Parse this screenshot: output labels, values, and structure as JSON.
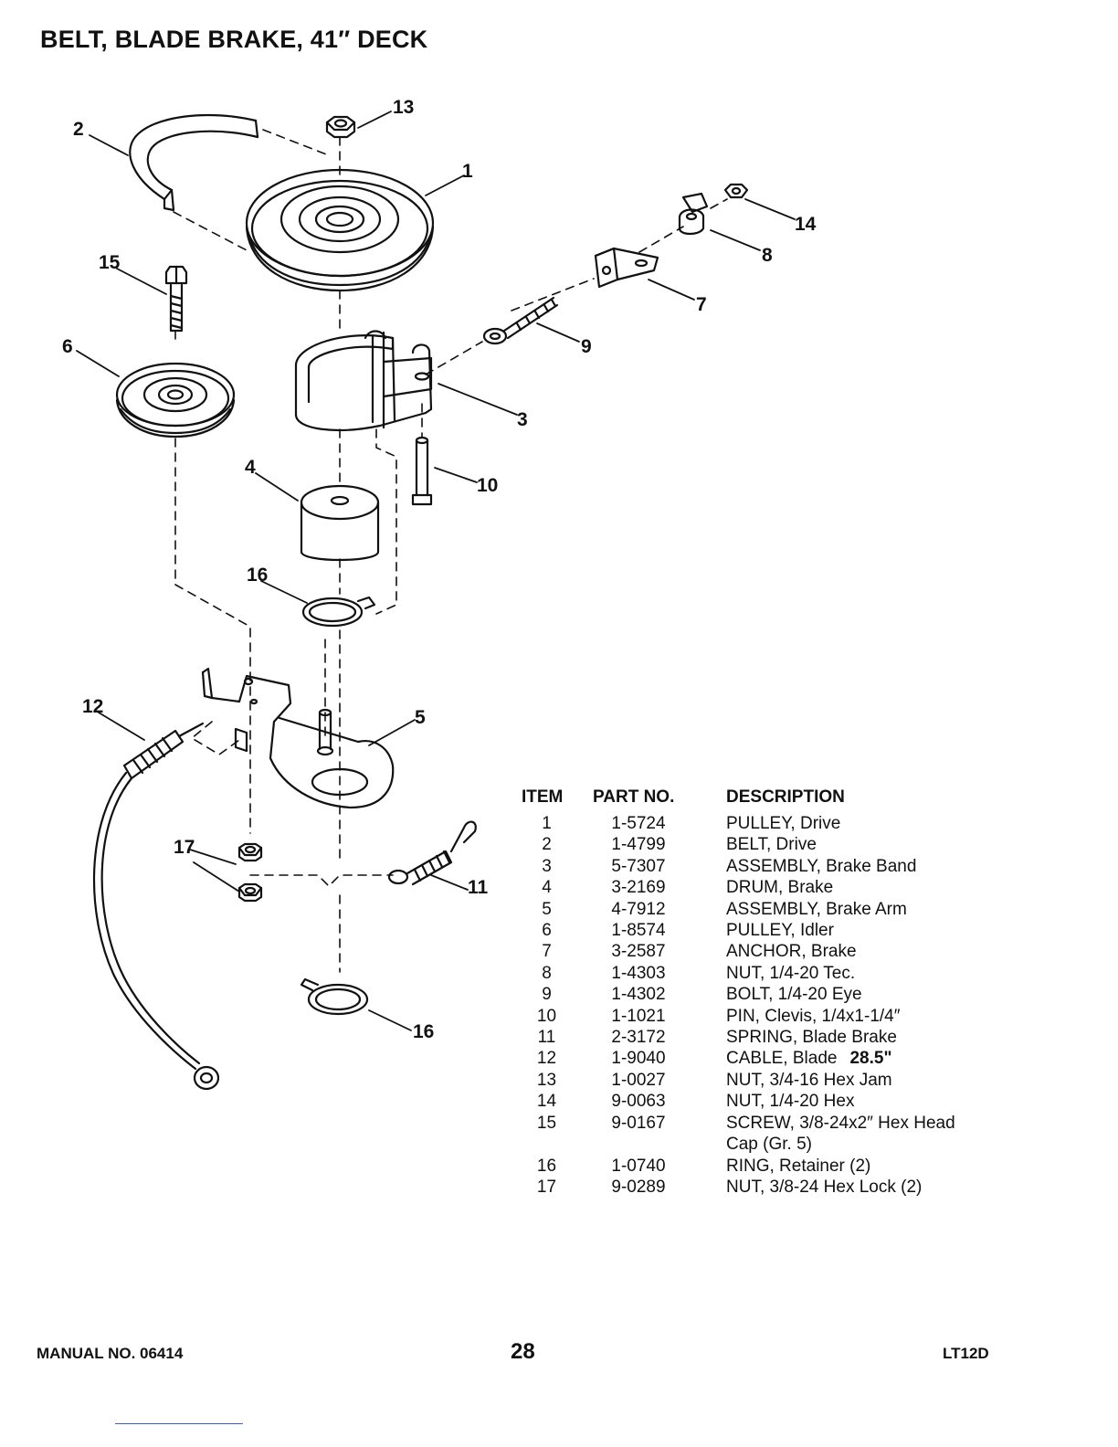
{
  "title": "BELT, BLADE BRAKE, 41″ DECK",
  "callouts": [
    "1",
    "2",
    "3",
    "4",
    "5",
    "6",
    "7",
    "8",
    "9",
    "10",
    "11",
    "12",
    "13",
    "14",
    "15",
    "16",
    "17"
  ],
  "table": {
    "headers": {
      "item": "ITEM",
      "part_no": "PART NO.",
      "description": "DESCRIPTION"
    },
    "rows": [
      {
        "item": "1",
        "part_no": "1-5724",
        "description": "PULLEY, Drive",
        "note": ""
      },
      {
        "item": "2",
        "part_no": "1-4799",
        "description": "BELT, Drive",
        "note": ""
      },
      {
        "item": "3",
        "part_no": "5-7307",
        "description": "ASSEMBLY, Brake Band",
        "note": ""
      },
      {
        "item": "4",
        "part_no": "3-2169",
        "description": "DRUM, Brake",
        "note": ""
      },
      {
        "item": "5",
        "part_no": "4-7912",
        "description": "ASSEMBLY, Brake Arm",
        "note": ""
      },
      {
        "item": "6",
        "part_no": "1-8574",
        "description": "PULLEY, Idler",
        "note": ""
      },
      {
        "item": "7",
        "part_no": "3-2587",
        "description": "ANCHOR, Brake",
        "note": ""
      },
      {
        "item": "8",
        "part_no": "1-4303",
        "description": "NUT, 1/4-20 Tec.",
        "note": ""
      },
      {
        "item": "9",
        "part_no": "1-4302",
        "description": "BOLT, 1/4-20 Eye",
        "note": ""
      },
      {
        "item": "10",
        "part_no": "1-1021",
        "description": "PIN, Clevis, 1/4x1-1/4″",
        "note": ""
      },
      {
        "item": "11",
        "part_no": "2-3172",
        "description": "SPRING, Blade Brake",
        "note": ""
      },
      {
        "item": "12",
        "part_no": "1-9040",
        "description": "CABLE, Blade",
        "note": "28.5\""
      },
      {
        "item": "13",
        "part_no": "1-0027",
        "description": "NUT, 3/4-16 Hex Jam",
        "note": ""
      },
      {
        "item": "14",
        "part_no": "9-0063",
        "description": "NUT, 1/4-20 Hex",
        "note": ""
      },
      {
        "item": "15",
        "part_no": "9-0167",
        "description": "SCREW, 3/8-24x2″ Hex Head",
        "note": ""
      },
      {
        "item": "",
        "part_no": "",
        "description": "Cap (Gr. 5)",
        "note": ""
      },
      {
        "item": "16",
        "part_no": "1-0740",
        "description": "RING, Retainer (2)",
        "note": ""
      },
      {
        "item": "17",
        "part_no": "9-0289",
        "description": "NUT, 3/8-24 Hex Lock (2)",
        "note": ""
      }
    ]
  },
  "footer": {
    "manual": "MANUAL NO. 06414",
    "page": "28",
    "model": "LT12D"
  }
}
